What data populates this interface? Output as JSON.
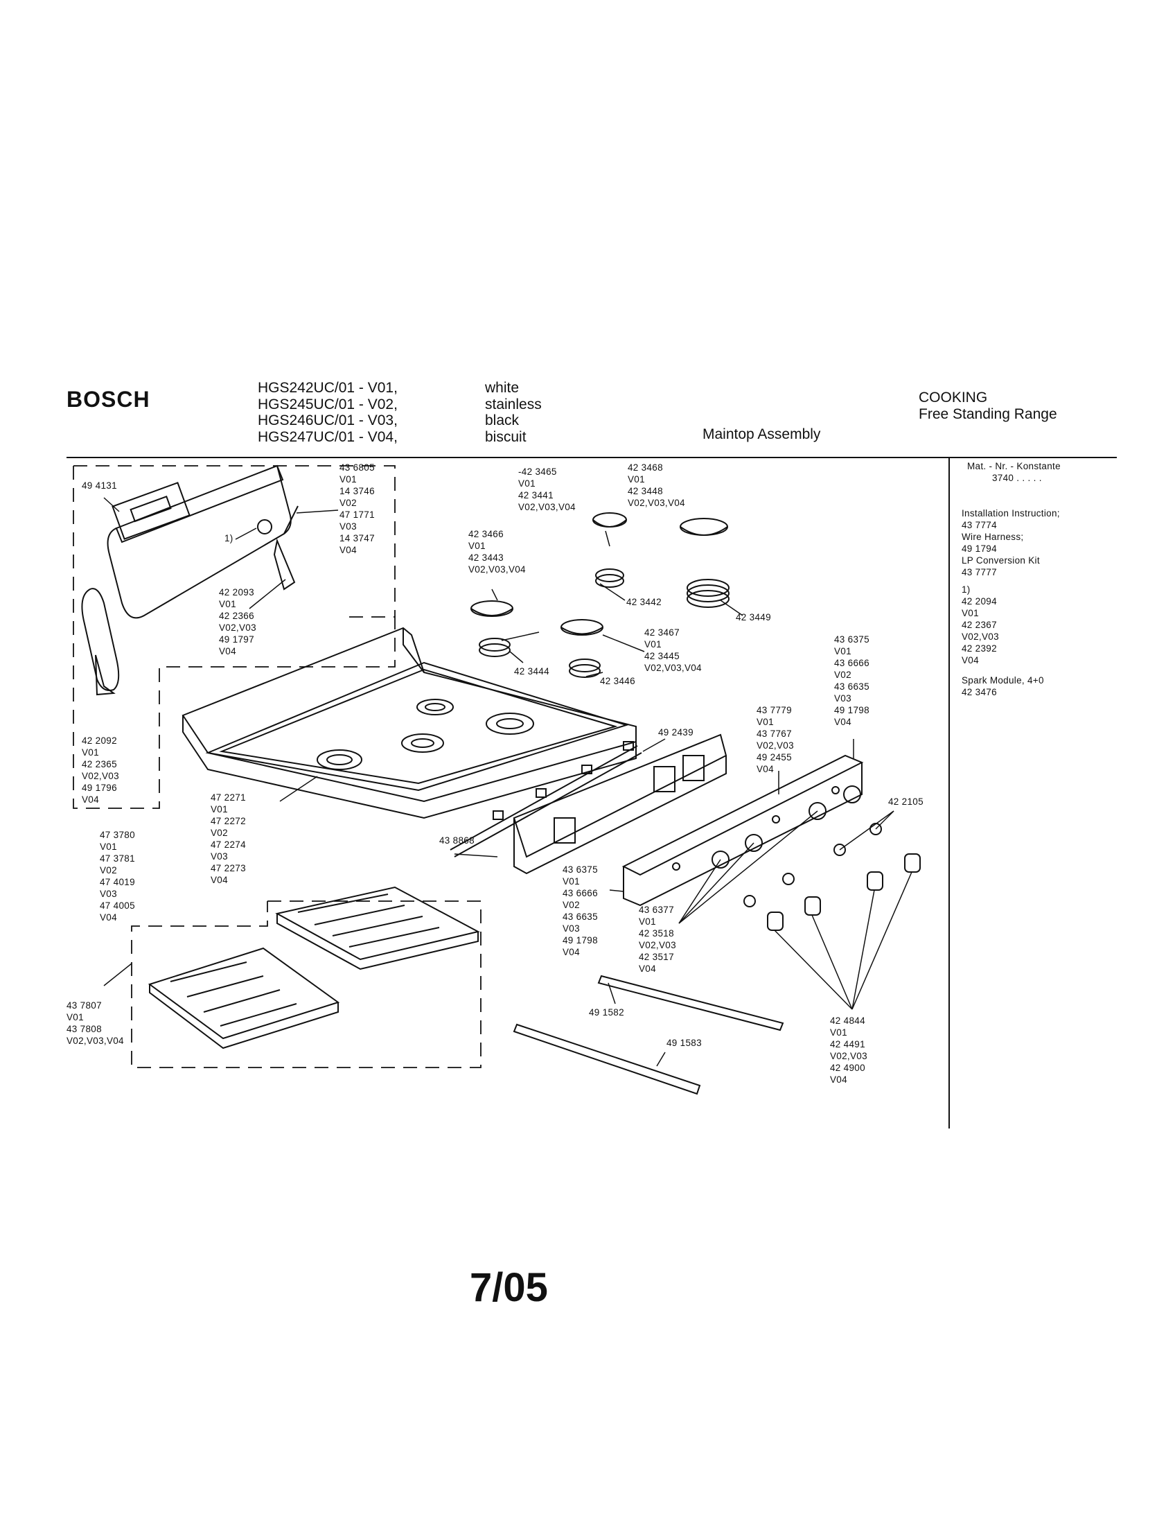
{
  "header": {
    "brand": "BOSCH",
    "models": [
      "HGS242UC/01 - V01,",
      "HGS245UC/01 - V02,",
      "HGS246UC/01 - V03,",
      "HGS247UC/01 - V04,"
    ],
    "colors": [
      "white",
      "stainless",
      "black",
      "biscuit"
    ],
    "assembly_title": "Maintop Assembly",
    "category": [
      "COOKING",
      "Free Standing Range"
    ]
  },
  "sidebar": {
    "mat_nr": "Mat. - Nr. - Konstante",
    "konstante": "3740 . . . . .",
    "notes": [
      "Installation Instruction;",
      "43 7774",
      "Wire Harness;",
      "49 1794",
      "LP Conversion Kit",
      "43 7777",
      "",
      "1)",
      "42 2094",
      "V01",
      "42 2367",
      "V02,V03",
      "42 2392",
      "V04",
      "",
      "Spark Module, 4+0",
      "42 3476"
    ]
  },
  "labels": {
    "l494131": [
      "49 4131"
    ],
    "l1": [
      "1)"
    ],
    "l436805": [
      "43 6805",
      "V01",
      "14 3746",
      "V02",
      "47 1771",
      "V03",
      "14 3747",
      "V04"
    ],
    "l422093": [
      "42 2093",
      "V01",
      "42 2366",
      "V02,V03",
      "49 1797",
      "V04"
    ],
    "l422092": [
      "42 2092",
      "V01",
      "42 2365",
      "V02,V03",
      "49 1796",
      "V04"
    ],
    "l473780": [
      "47 3780",
      "V01",
      "47 3781",
      "V02",
      "47 4019",
      "V03",
      "47 4005",
      "V04"
    ],
    "l472271": [
      "47 2271",
      "V01",
      "47 2272",
      "V02",
      "47 2274",
      "V03",
      "47 2273",
      "V04"
    ],
    "l437807": [
      "43 7807",
      "V01",
      "43 7808",
      "V02,V03,V04"
    ],
    "l423465": [
      "-42 3465",
      "V01",
      "42 3441",
      "V02,V03,V04"
    ],
    "l423468": [
      "42 3468",
      "V01",
      "42 3448",
      "V02,V03,V04"
    ],
    "l423466": [
      "42 3466",
      "V01",
      "42 3443",
      "V02,V03,V04"
    ],
    "l423442": [
      "42 3442"
    ],
    "l423449": [
      "42 3449"
    ],
    "l423467": [
      "42 3467",
      "V01",
      "42 3445",
      "V02,V03,V04"
    ],
    "l423444": [
      "42 3444"
    ],
    "l423446": [
      "42 3446"
    ],
    "l492439": [
      "49 2439"
    ],
    "l438868": [
      "43 8868"
    ],
    "l437779": [
      "43 7779",
      "V01",
      "43 7767",
      "V02,V03",
      "49 2455",
      "V04"
    ],
    "l436375a": [
      "43 6375",
      "V01",
      "43 6666",
      "V02",
      "43 6635",
      "V03",
      "49 1798",
      "V04"
    ],
    "l436375b": [
      "43 6375",
      "V01",
      "43 6666",
      "V02",
      "43 6635",
      "V03",
      "49 1798",
      "V04"
    ],
    "l436377": [
      "43 6377",
      "V01",
      "42 3518",
      "V02,V03",
      "42 3517",
      "V04"
    ],
    "l422105": [
      "42 2105"
    ],
    "l424844": [
      "42 4844",
      "V01",
      "42 4491",
      "V02,V03",
      "42 4900",
      "V04"
    ],
    "l491582": [
      "49 1582"
    ],
    "l491583": [
      "49 1583"
    ]
  },
  "footer": {
    "page": "7/05"
  }
}
